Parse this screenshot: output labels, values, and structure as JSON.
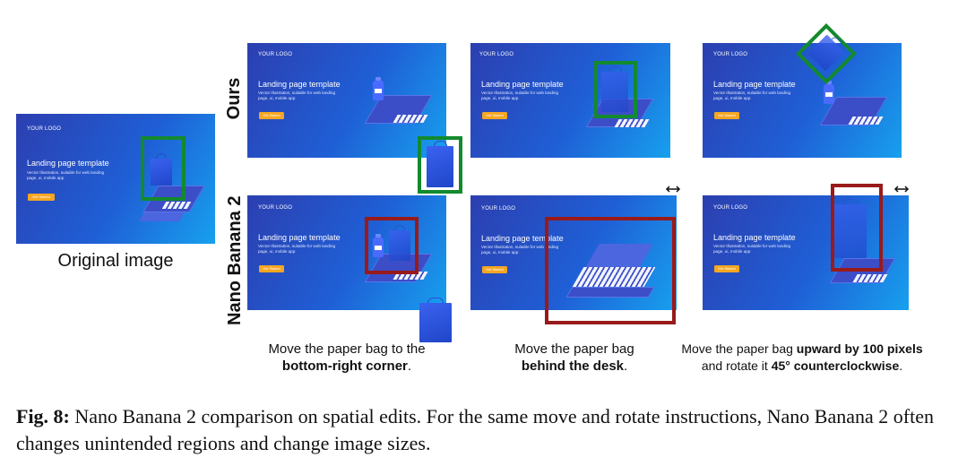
{
  "panel": {
    "logo": "YOUR LOGO",
    "title": "Landing page template",
    "subtitle_line1": "Vector Illustration, suitable for web landing",
    "subtitle_line2": "page, ui, mobile app",
    "button": "Get Started"
  },
  "labels": {
    "ours": "Ours",
    "nano": "Nano Banana 2",
    "original": "Original image"
  },
  "instructions": [
    {
      "pre": "Move the paper bag  to the",
      "bold": "bottom-right corner",
      "post": "."
    },
    {
      "pre": "Move the paper bag",
      "bold": "behind the desk",
      "post": "."
    },
    {
      "pre": "Move the paper bag ",
      "bold": "upward by 100  pixels",
      "mid": "and  rotate it ",
      "bold2": "45° counterclockwise",
      "post": "."
    }
  ],
  "caption": {
    "label": "Fig. 8:",
    "text": " Nano Banana 2 comparison on spatial edits. For the same move and rotate instructions, Nano Banana 2 often changes unintended regions and change image sizes."
  },
  "colors": {
    "green_box": "#138a2e",
    "red_box": "#991a1a",
    "button": "#f5a623"
  }
}
